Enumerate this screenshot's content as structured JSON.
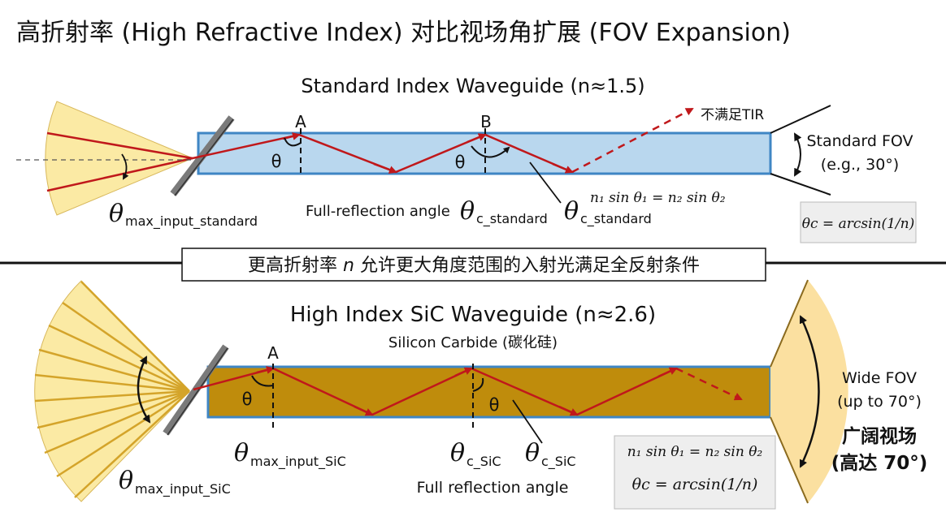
{
  "title": "高折射率 (High Refractive Index) 对比视场角扩展 (FOV Expansion)",
  "middle_banner": {
    "text_before": "更高折射率",
    "variable": "n",
    "text_after": "允许更大角度范围的入射光满足全反射条件"
  },
  "standard": {
    "heading": "Standard Index Waveguide (n≈1.5)",
    "point_a": "A",
    "point_b": "B",
    "theta": "θ",
    "not_tir_label": "不满足TIR",
    "fov_label_line1": "Standard FOV",
    "fov_label_line2": "(e.g., 30°)",
    "theta_max_symbol": "θ",
    "theta_max_subscript": "max_input_standard",
    "full_reflection_label": "Full-reflection angle",
    "theta_c_symbol": "θ",
    "theta_c_subscript": "c_standard",
    "snell_formula": "n₁ sin θ₁ = n₂ sin θ₂",
    "critical_formula": "θc = arcsin(1/n)"
  },
  "high": {
    "heading": "High Index SiC Waveguide (n≈2.6)",
    "material": "Silicon Carbide (碳化硅)",
    "point_a": "A",
    "theta": "θ",
    "fov_label_line1": "Wide FOV",
    "fov_label_line2": "(up to 70°)",
    "fov_cn_line1": "广阔视场",
    "fov_cn_line2": "(高达 70°)",
    "theta_max_symbol": "θ",
    "theta_max_subscript": "max_input_SiC",
    "theta_c_symbol": "θ",
    "theta_c_subscript": "c_SiC",
    "full_reflection_label": "Full reflection angle",
    "snell_formula": "n₁ sin θ₁ = n₂ sin θ₂",
    "critical_formula": "θc = arcsin(1/n)"
  },
  "colors": {
    "standard_guide": "#b9d7ee",
    "sic_guide": "#bf8c0c",
    "guide_border": "#3f86c4",
    "ray": "#c0181b",
    "fan": "#fbeaa4",
    "fov_fill": "#fbe0a0"
  }
}
